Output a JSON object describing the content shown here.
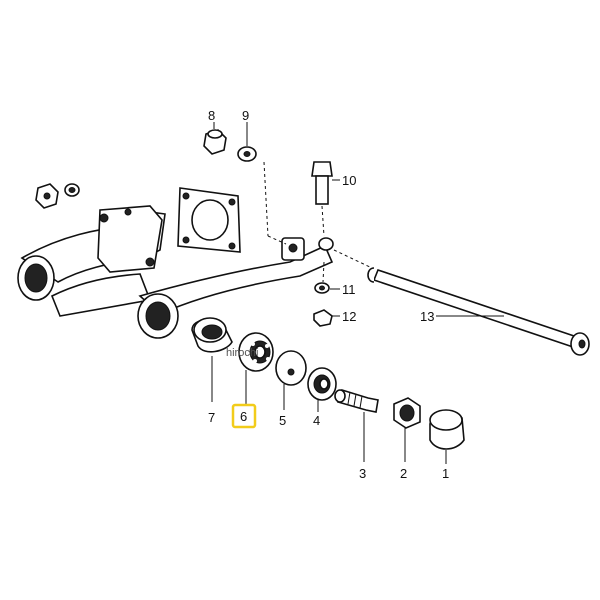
{
  "callouts": {
    "p1": "1",
    "p2": "2",
    "p3": "3",
    "p4": "4",
    "p5": "5",
    "p6": "6",
    "p7": "7",
    "p8": "8",
    "p9": "9",
    "p10": "10",
    "p11": "11",
    "p12": "12",
    "p13": "13"
  },
  "highlight": {
    "part": "6",
    "color": "#f2cc1a"
  },
  "watermark": "hirochi"
}
